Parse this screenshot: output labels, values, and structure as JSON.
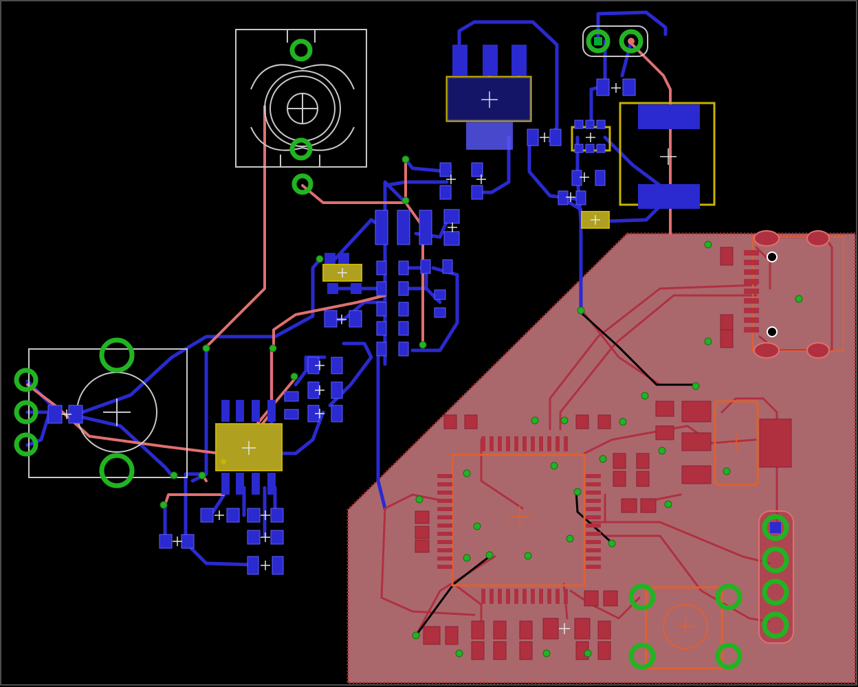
{
  "view": {
    "name": "pcb-layout-editor-canvas"
  },
  "colors": {
    "background": "#000000",
    "top_copper": "#e07070",
    "bottom_copper": "#2a2ad0",
    "pad_green": "#22b322",
    "silk_top": "#c8c8c8",
    "package_yellow": "#c8b400",
    "keepout_dots": "#aa2222",
    "via_outline": "#555555"
  },
  "components": [
    {
      "id": "pot",
      "kind": "trimmer-potentiometer",
      "icon": "potentiometer-icon"
    },
    {
      "id": "jack",
      "kind": "audio-jack",
      "icon": "jack-icon"
    },
    {
      "id": "reg",
      "kind": "voltage-regulator",
      "icon": "regulator-icon"
    },
    {
      "id": "dc",
      "kind": "power-connector",
      "icon": "connector-icon"
    },
    {
      "id": "cap",
      "kind": "electrolytic-capacitor",
      "icon": "capacitor-icon"
    },
    {
      "id": "soic",
      "kind": "op-amp-soic8",
      "icon": "ic-icon"
    },
    {
      "id": "mcu",
      "kind": "microcontroller-qfp",
      "icon": "mcu-icon"
    },
    {
      "id": "usb",
      "kind": "usb-connector",
      "icon": "usb-icon"
    },
    {
      "id": "btn",
      "kind": "tactile-switch",
      "icon": "button-icon"
    },
    {
      "id": "hdr",
      "kind": "pin-header-4",
      "icon": "header-icon"
    }
  ]
}
